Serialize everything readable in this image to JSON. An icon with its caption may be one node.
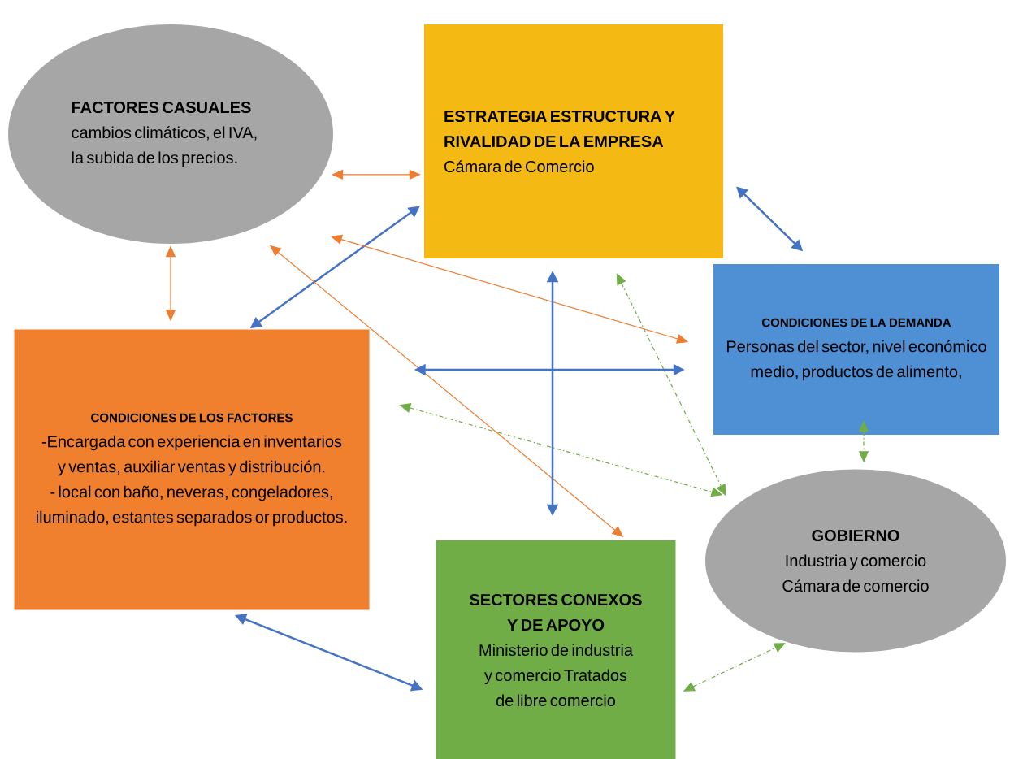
{
  "diagram": {
    "nodes": [
      {
        "text": [
          "FACTORES CASUALES",
          "cambios climáticos, el IVA, la subida de los precios."
        ]
      },
      {
        "text": [
          "ESTRATEGIA ESTRUCTURA Y RIVALIDAD DE LA EMPRESA",
          "Cámara de Comercio"
        ]
      },
      {
        "text": [
          "CONDICIONES DE LA DEMANDA",
          "Personas del sector, nivel económico medio, productos de alimento,"
        ]
      },
      {
        "text": [
          "CONDICIONES DE LOS FACTORES",
          "-Encargada con experiencia en inventarios y ventas, auxiliar ventas y distribución.",
          "- local con baño, neveras, congeladores, iluminado, estantes separados or productos."
        ]
      },
      {
        "text": [
          "GOBIERNO",
          "Industria y comercio Cámara de comercio"
        ]
      },
      {
        "text": [
          "SECTORES CONEXOS Y DE APOYO",
          "Ministerio de industria y comercio Tratados de libre comercio"
        ]
      }
    ],
    "edges": [
      {
        "from": 0,
        "to": 1,
        "arrow": "both",
        "color": "#ed7d31"
      },
      {
        "from": 0,
        "to": 3,
        "arrow": "both",
        "color": "#ed7d31"
      },
      {
        "from": 1,
        "to": 3,
        "arrow": "both"
      },
      {
        "from": 1,
        "to": 2,
        "arrow": "both"
      },
      {
        "from": 0,
        "to": 5,
        "arrow": "both",
        "color": "#ed7d31"
      },
      {
        "from": 0,
        "to": 2,
        "arrow": "both",
        "color": "#ed7d31"
      },
      {
        "from": 1,
        "to": 5,
        "arrow": "both"
      },
      {
        "from": 3,
        "to": 2,
        "arrow": "both"
      },
      {
        "from": 1,
        "to": 4,
        "arrow": "both",
        "style": "dashed",
        "color": "#70ad47"
      },
      {
        "from": 3,
        "to": 4,
        "arrow": "both",
        "style": "dashed",
        "color": "#70ad47"
      },
      {
        "from": 2,
        "to": 4,
        "arrow": "both",
        "style": "dashed",
        "color": "#70ad47"
      },
      {
        "from": 5,
        "to": 4,
        "arrow": "both",
        "style": "dashed",
        "color": "#70ad47"
      },
      {
        "from": 3,
        "to": 5,
        "arrow": "both"
      }
    ]
  }
}
